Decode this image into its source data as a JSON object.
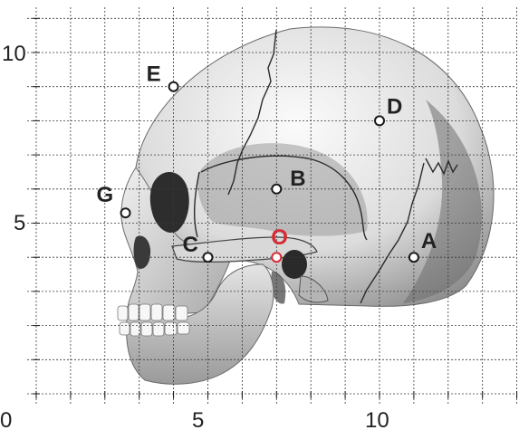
{
  "colors": {
    "grid": "#3a3a3a",
    "point": "#1a1a1a",
    "origin": "#d62b34",
    "skull_light": "#f2f2f2",
    "skull_mid": "#bdbdbd",
    "skull_dark": "#5a5a5a"
  },
  "axes": {
    "x_range": [
      0,
      14
    ],
    "y_range": [
      0,
      11
    ],
    "grid": "dashed 1-unit grid",
    "x_tick_labels": [
      "0",
      "5",
      "10"
    ],
    "y_tick_labels": [
      "5",
      "10"
    ]
  },
  "points": [
    {
      "label": "A",
      "x": 11,
      "y": 4,
      "color": "#1a1a1a"
    },
    {
      "label": "B",
      "x": 7,
      "y": 6,
      "color": "#1a1a1a"
    },
    {
      "label": "C",
      "x": 5,
      "y": 4,
      "color": "#1a1a1a"
    },
    {
      "label": "D",
      "x": 10,
      "y": 8,
      "color": "#1a1a1a"
    },
    {
      "label": "E",
      "x": 4,
      "y": 9,
      "color": "#1a1a1a"
    },
    {
      "label": "G",
      "x": 2.6,
      "y": 5.3,
      "color": "#1a1a1a"
    },
    {
      "label": "O",
      "x": 7,
      "y": 4,
      "color": "#d62b34"
    }
  ],
  "illustration": "skull-lateral-view"
}
